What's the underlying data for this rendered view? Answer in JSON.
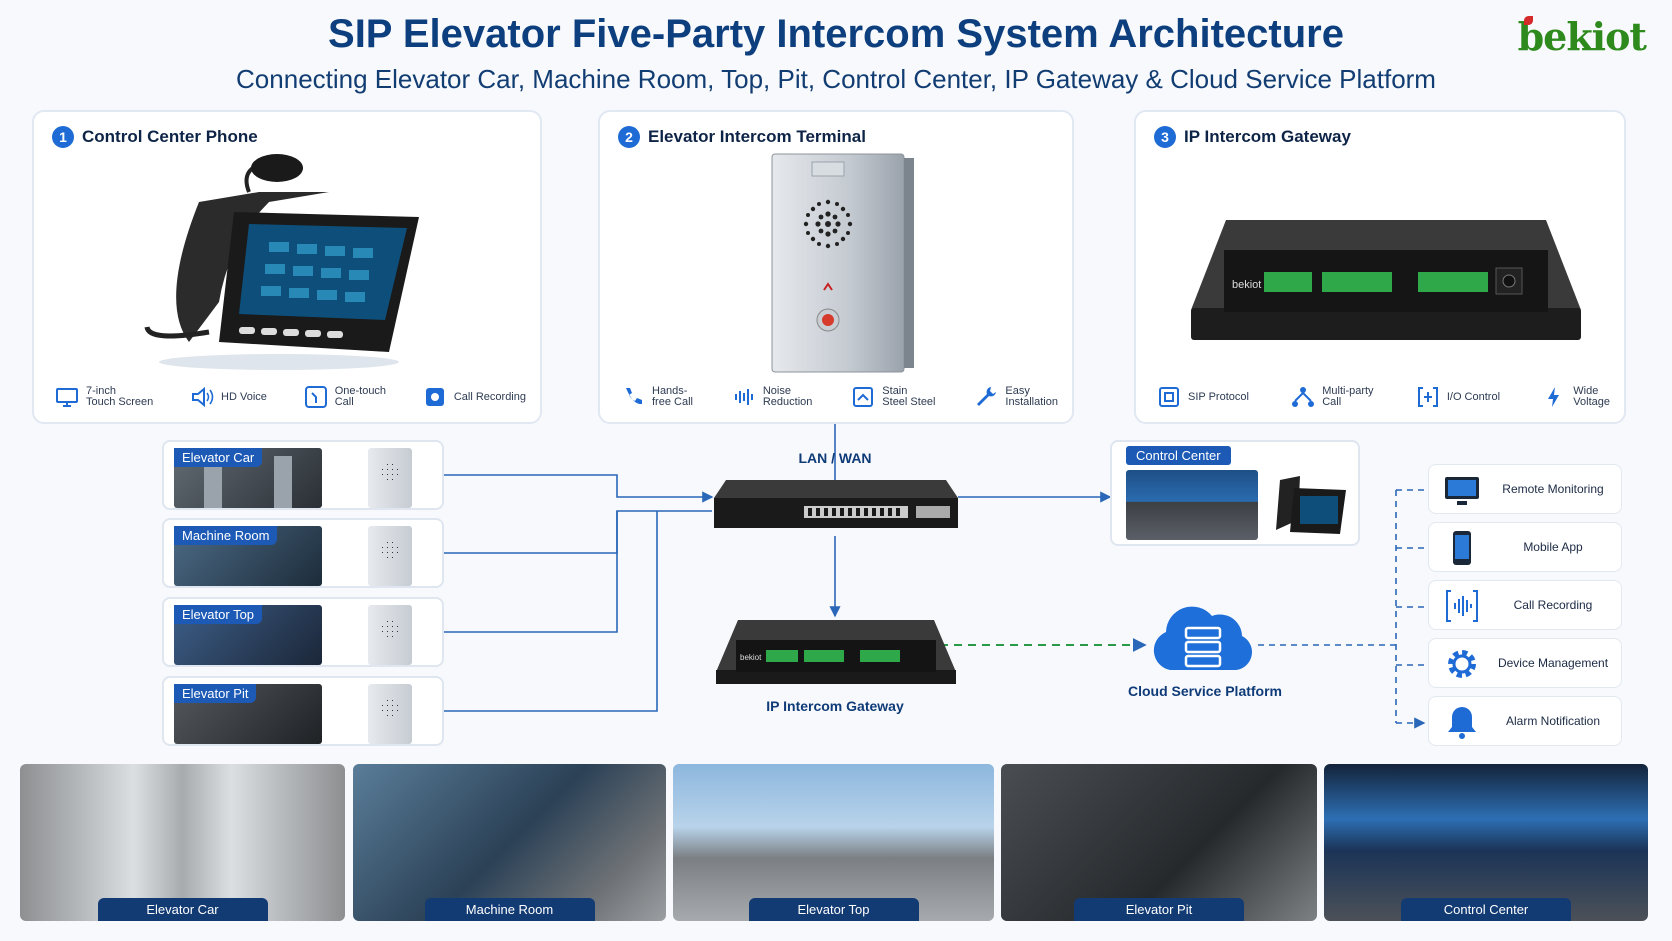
{
  "header": {
    "title": "SIP Elevator Five-Party Intercom System Architecture",
    "subtitle": "Connecting Elevator Car, Machine Room, Top, Pit, Control Center, IP Gateway & Cloud Service Platform",
    "logo": "bekiot"
  },
  "colors": {
    "primary": "#0d3f7e",
    "accent": "#1f6bd6",
    "link": "#2a67b8",
    "brand_green": "#2f8a1e"
  },
  "products": [
    {
      "number": "1",
      "title": "Control Center Phone",
      "features": [
        {
          "icon": "monitor-icon",
          "label": "7-inch\nTouch Screen"
        },
        {
          "icon": "speaker-icon",
          "label": "HD Voice"
        },
        {
          "icon": "touch-call-icon",
          "label": "One-touch\nCall"
        },
        {
          "icon": "record-icon",
          "label": "Call Recording"
        }
      ]
    },
    {
      "number": "2",
      "title": "Elevator Intercom Terminal",
      "features": [
        {
          "icon": "phone-icon",
          "label": "Hands-\nfree Call"
        },
        {
          "icon": "noise-icon",
          "label": "Noise\nReduction"
        },
        {
          "icon": "steel-icon",
          "label": "Stain\nSteel Steel"
        },
        {
          "icon": "wrench-icon",
          "label": "Easy\nInstallation"
        }
      ]
    },
    {
      "number": "3",
      "title": "IP Intercom Gateway",
      "features": [
        {
          "icon": "sip-icon",
          "label": "SIP Protocol"
        },
        {
          "icon": "network-icon",
          "label": "Multi-party\nCall"
        },
        {
          "icon": "io-icon",
          "label": "I/O Control"
        },
        {
          "icon": "voltage-icon",
          "label": "Wide\nVoltage"
        }
      ]
    }
  ],
  "locations": [
    "Elevator Car",
    "Machine Room",
    "Elevator Top",
    "Elevator Pit"
  ],
  "network": {
    "lan_label": "LAN / WAN",
    "gateway_label": "IP Intercom Gateway",
    "cloud_label": "Cloud Service Platform",
    "control_center_label": "Control Center",
    "device_brand": "bekiot"
  },
  "cloud_services": [
    {
      "icon": "monitor-icon",
      "label": "Remote Monitoring"
    },
    {
      "icon": "mobile-icon",
      "label": "Mobile App"
    },
    {
      "icon": "audio-icon",
      "label": "Call Recording"
    },
    {
      "icon": "gear-icon",
      "label": "Device Management"
    },
    {
      "icon": "bell-icon",
      "label": "Alarm Notification"
    }
  ],
  "photos": [
    "Elevator Car",
    "Machine Room",
    "Elevator Top",
    "Elevator Pit",
    "Control Center"
  ]
}
